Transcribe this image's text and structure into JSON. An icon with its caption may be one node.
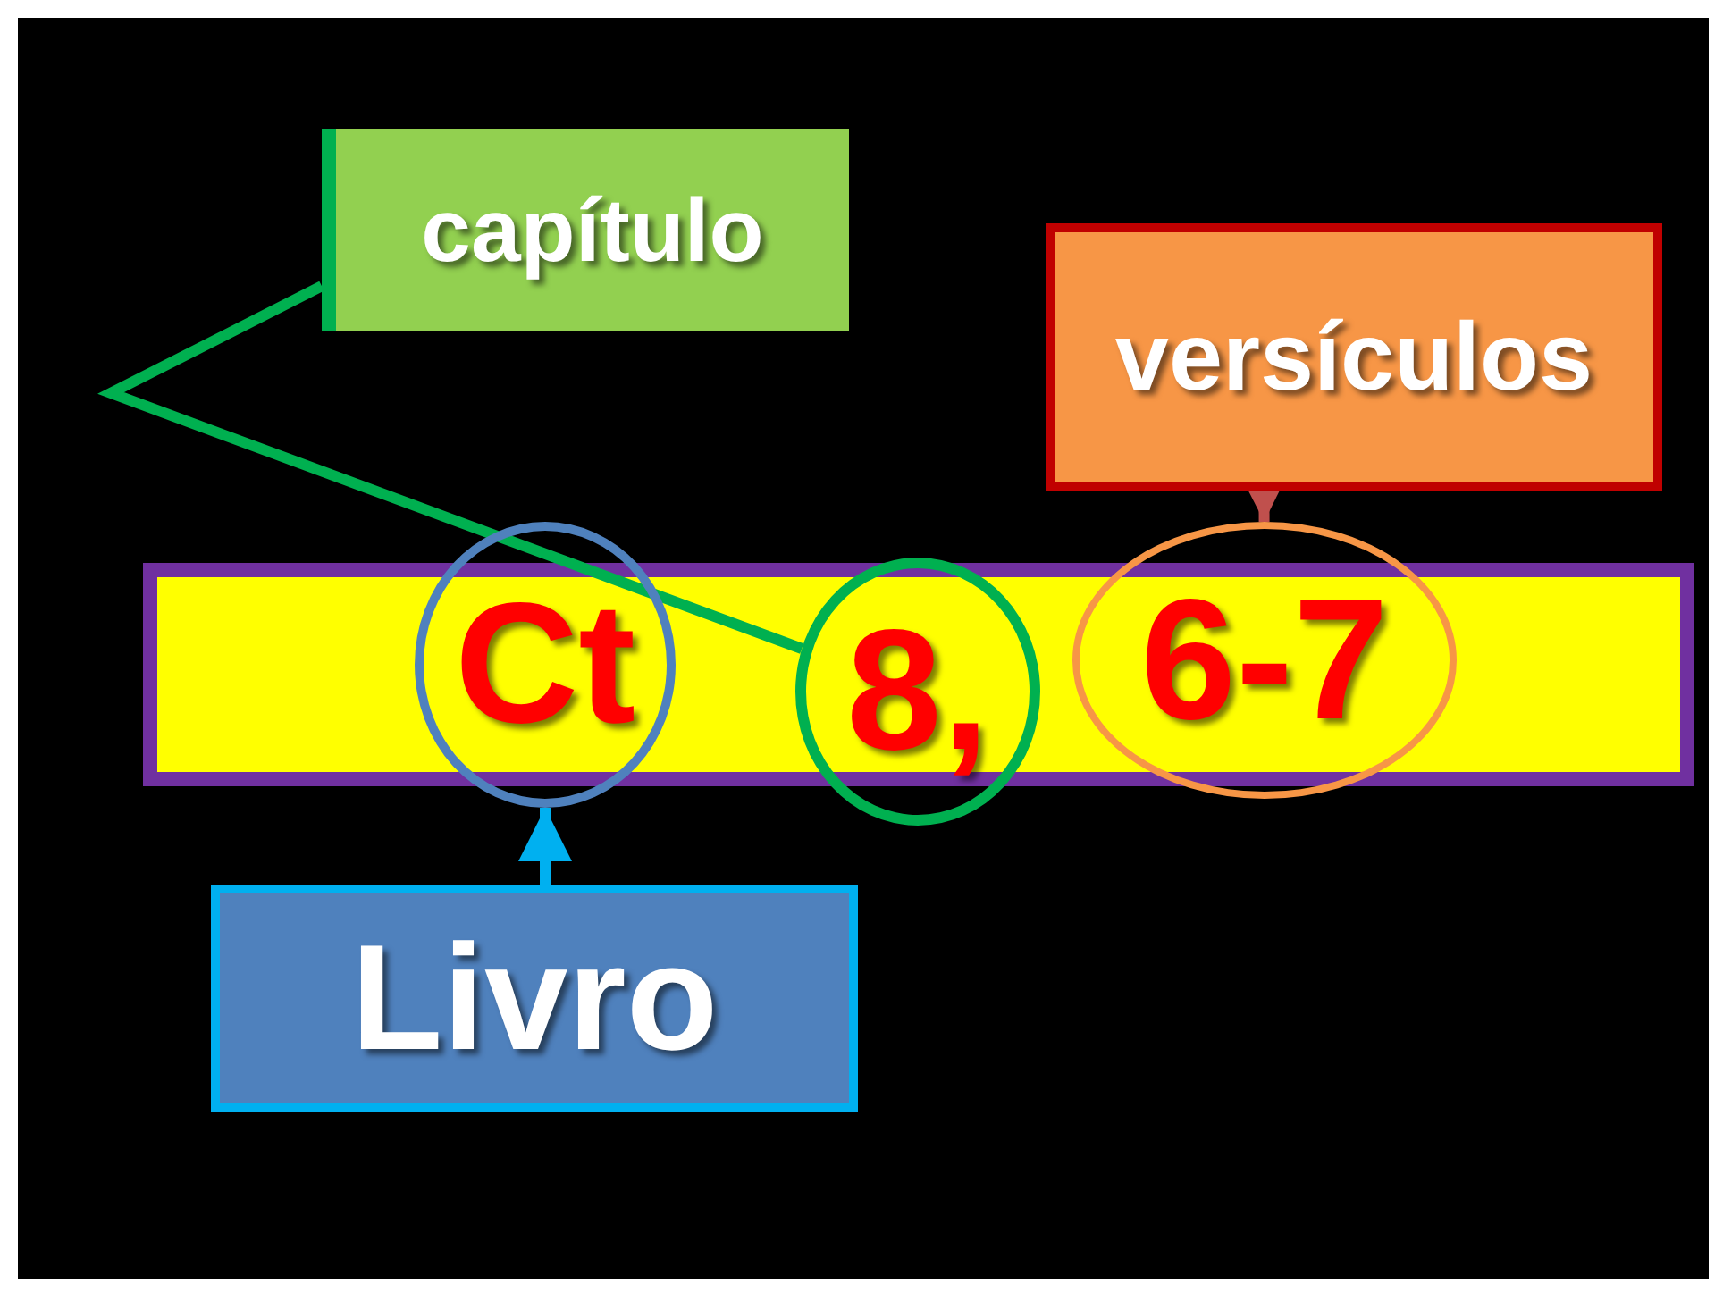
{
  "diagram": {
    "nodes": [
      {
        "text": [
          "capítulo"
        ]
      },
      {
        "text": [
          "versículos"
        ]
      },
      {
        "text": [
          "Ct"
        ]
      },
      {
        "text": [
          "8,"
        ]
      },
      {
        "text": [
          "6-7"
        ]
      },
      {
        "text": [
          "Livro"
        ]
      }
    ],
    "edges": [
      {
        "from": 0,
        "to": 3,
        "arrow": "none",
        "color": "#00b050"
      },
      {
        "from": 1,
        "to": 4,
        "arrow": "to",
        "color": "#c0504d"
      },
      {
        "from": 5,
        "to": 2,
        "arrow": "to",
        "color": "#00b0f0"
      }
    ]
  }
}
